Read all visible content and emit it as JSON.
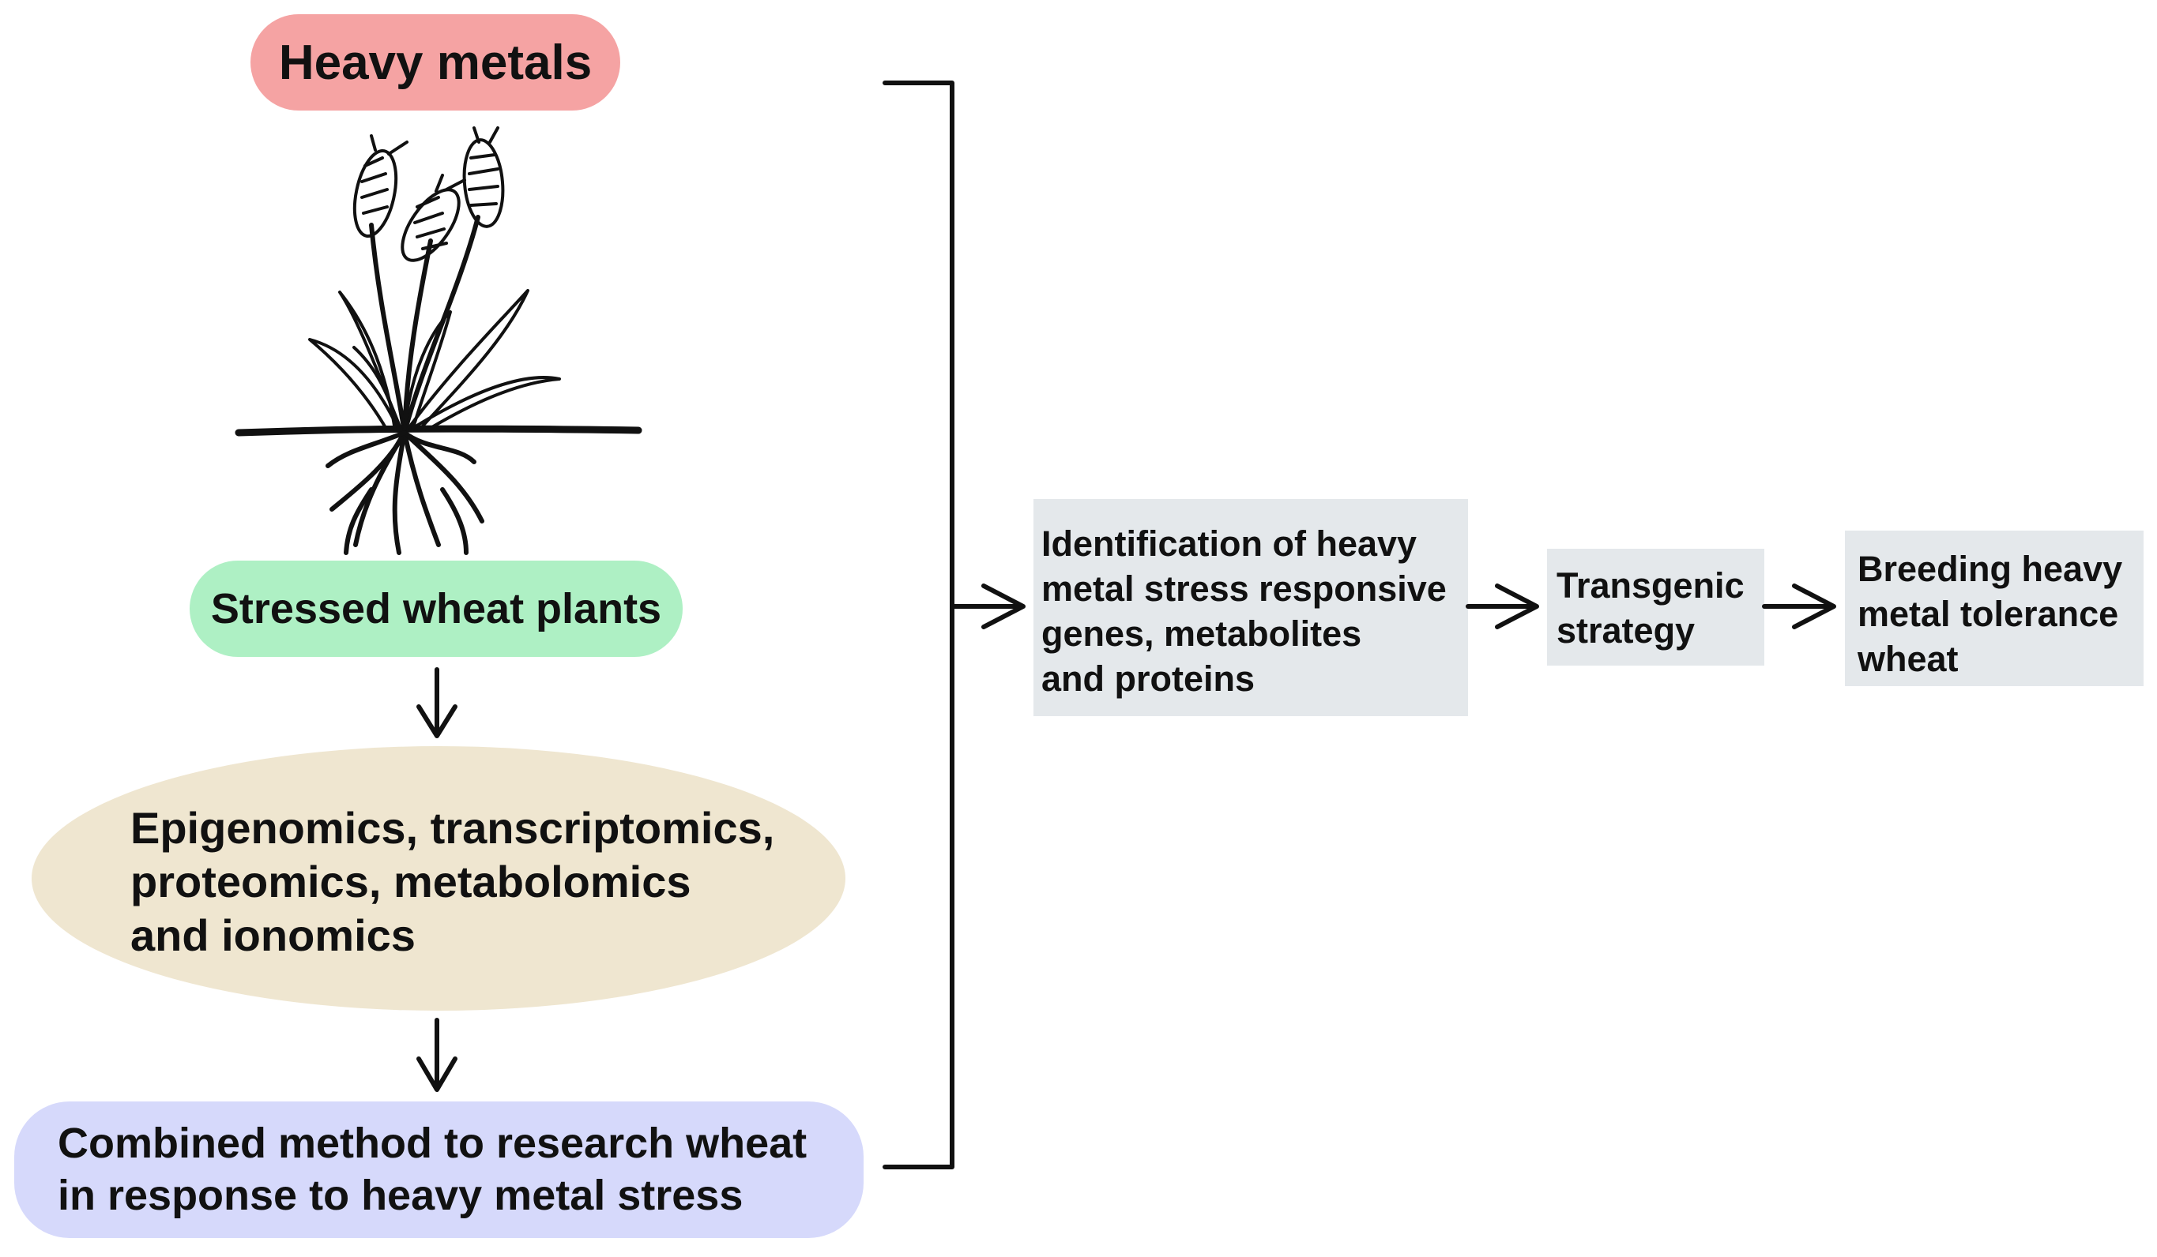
{
  "nodes": {
    "heavy_metals": "Heavy metals",
    "stressed_plants": "Stressed wheat plants",
    "omics": [
      "Epigenomics, transcriptomics,",
      "proteomics, metabolomics",
      "and ionomics"
    ],
    "combined": [
      "Combined method to research wheat",
      "in response to heavy metal stress"
    ],
    "identification": [
      "Identification of heavy",
      "metal stress responsive",
      "genes, metabolites",
      "and proteins"
    ],
    "transgenic": [
      "Transgenic",
      "strategy"
    ],
    "breeding": [
      "Breeding heavy",
      "metal tolerance",
      "wheat"
    ]
  },
  "colors": {
    "heavy_metals": "#f5a3a3",
    "stressed_plants": "#aef0c4",
    "omics": "#efe6d0",
    "combined": "#d6d9fb",
    "result_boxes": "#e4e8eb",
    "lines": "#111111"
  },
  "illustration": "wheat-plant-with-roots"
}
